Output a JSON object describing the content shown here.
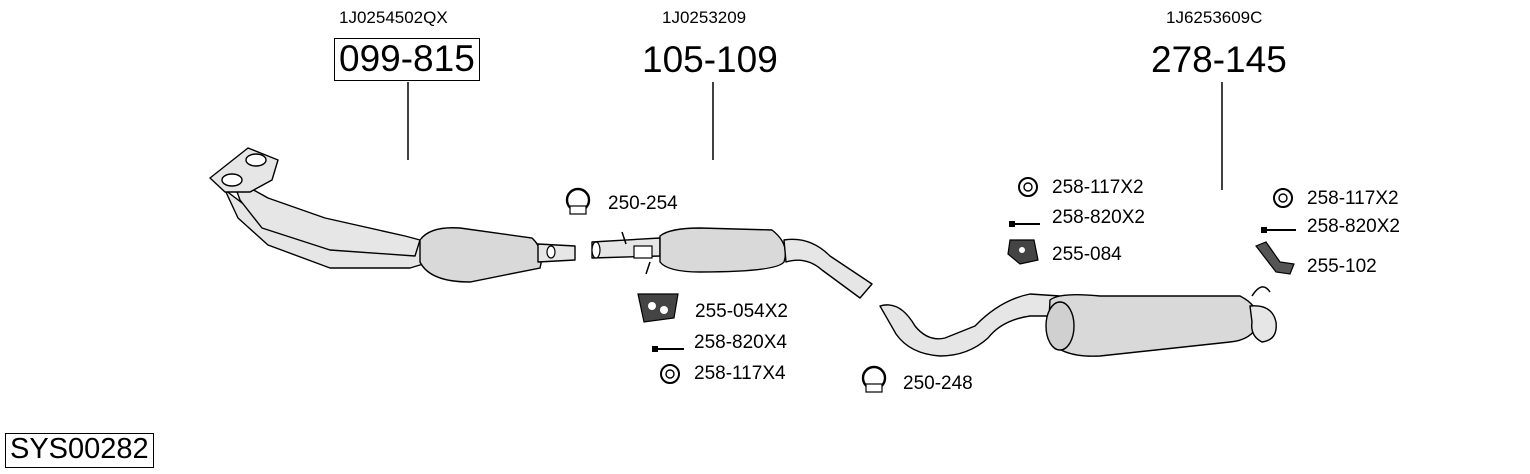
{
  "system_code": "SYS00282",
  "main_parts": [
    {
      "oe_number": "1J0254502QX",
      "part_number": "099-815",
      "boxed": true
    },
    {
      "oe_number": "1J0253209",
      "part_number": "105-109",
      "boxed": false
    },
    {
      "oe_number": "1J6253609C",
      "part_number": "278-145",
      "boxed": false
    }
  ],
  "accessories": {
    "clamp_front": {
      "label": "250-254",
      "icon": "clamp-icon"
    },
    "mount_front": {
      "label": "255-054X2",
      "icon": "rubber-mount-icon"
    },
    "bolt_front": {
      "label": "258-820X4",
      "icon": "bolt-icon"
    },
    "ring_front": {
      "label": "258-117X4",
      "icon": "ring-icon"
    },
    "clamp_rear": {
      "label": "250-248",
      "icon": "clamp-icon"
    },
    "ring_mid": {
      "label": "258-117X2",
      "icon": "ring-icon"
    },
    "bolt_mid": {
      "label": "258-820X2",
      "icon": "bolt-icon"
    },
    "mount_mid": {
      "label": "255-084",
      "icon": "rubber-mount-icon"
    },
    "ring_rear": {
      "label": "258-117X2",
      "icon": "ring-icon"
    },
    "bolt_rear": {
      "label": "258-820X2",
      "icon": "bolt-icon"
    },
    "mount_rear": {
      "label": "255-102",
      "icon": "bracket-icon"
    }
  }
}
